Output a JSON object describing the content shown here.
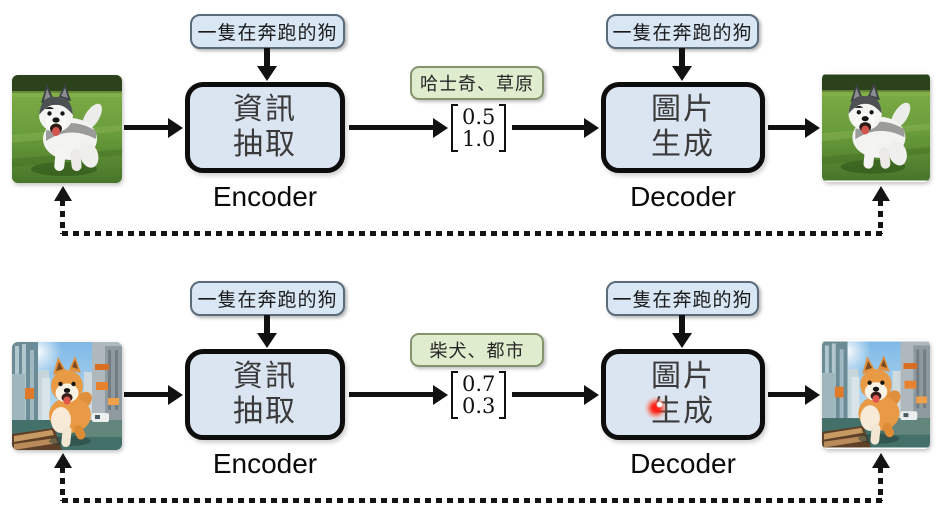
{
  "diagram_title": "autoencoder-text-conditioned-image-reconstruction",
  "prompt_label": "一隻在奔跑的狗",
  "rows": [
    {
      "id": "husky",
      "input_image": "husky-running-on-grassland",
      "output_image": "husky-running-on-grassland",
      "encoder": {
        "line1": "資訊",
        "line2": "抽取",
        "caption": "Encoder"
      },
      "decoder": {
        "line1": "圖片",
        "line2": "生成",
        "caption": "Decoder"
      },
      "latent_tag": "哈士奇、草原",
      "vector": [
        "0.5",
        "1.0"
      ]
    },
    {
      "id": "shiba",
      "input_image": "shiba-running-in-city",
      "output_image": "shiba-running-in-city",
      "encoder": {
        "line1": "資訊",
        "line2": "抽取",
        "caption": "Encoder"
      },
      "decoder": {
        "line1": "圖片",
        "line2": "生成",
        "caption": "Decoder"
      },
      "latent_tag": "柴犬、都市",
      "vector": [
        "0.7",
        "0.3"
      ]
    }
  ],
  "cursor": {
    "type": "laser-pointer-dot",
    "color": "#ff1e14"
  },
  "colors": {
    "background": "#ffffff",
    "prompt_bubble_fill": "#d9e7f5",
    "prompt_bubble_border": "#5a6b7c",
    "latent_tag_fill": "#dfeccd",
    "latent_tag_border": "#85946f",
    "box_fill": "#dbe5f1",
    "box_border": "#0d0d0d",
    "arrow": "#111111",
    "dashed_line": "#141414"
  }
}
